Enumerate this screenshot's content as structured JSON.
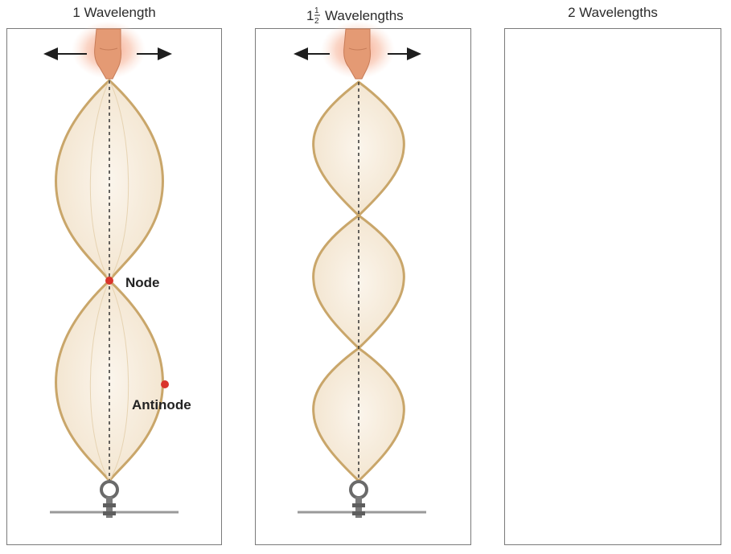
{
  "panels": [
    {
      "title": "1 Wavelength"
    },
    {
      "title_whole": "1",
      "title_num": "1",
      "title_den": "2",
      "title_rest": "Wavelengths"
    },
    {
      "title": "2 Wavelengths"
    }
  ],
  "labels": {
    "node": "Node",
    "antinode": "Antinode"
  },
  "colors": {
    "loop_stroke": "#c9a66a",
    "loop_fill": "#f5ead8",
    "point": "#d9342b",
    "hand": "#e9a27e",
    "glow": "#f7b59a"
  }
}
